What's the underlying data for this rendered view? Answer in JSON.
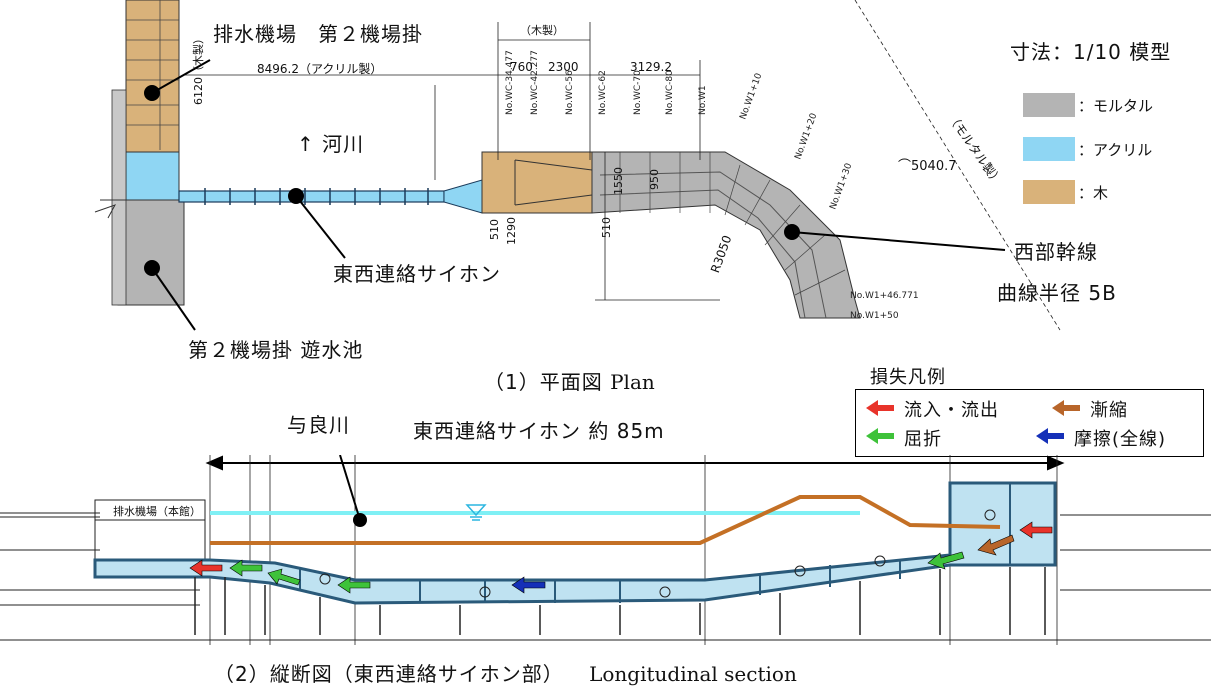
{
  "plan": {
    "caption": "（1）平面図",
    "caption_en": "Plan",
    "scale_label": "寸法：1/10 模型",
    "legend": [
      {
        "label": "：モルタル",
        "color": "#b4b4b4"
      },
      {
        "label": "：アクリル",
        "color": "#8fd6f3"
      },
      {
        "label": "：木",
        "color": "#d9b27a"
      }
    ],
    "labels": {
      "pump_station": "排水機場　第２機場掛",
      "river": "↑ 河川",
      "siphon": "東西連絡サイホン",
      "retention_pond": "第２機場掛 遊水池",
      "west_line": "西部幹線",
      "curve_radius": "曲線半径 5B"
    },
    "dims": {
      "acrylic": "8496.2（アクリル製）",
      "wood_top": "（木製）",
      "d760": "760",
      "d2300": "2300",
      "d3129": "3129.2",
      "d6120": "6120（木製）",
      "d1550": "1550",
      "d950": "950",
      "d510a": "510",
      "d1290": "1290",
      "d510b": "510",
      "r3050": "R3050",
      "arc": "⌒5040.7",
      "mortar": "（モルタル製）"
    }
  },
  "section": {
    "caption": "（2）縦断図（東西連絡サイホン部）",
    "caption_en": "Longitudinal section",
    "labels": {
      "yora_river": "与良川",
      "siphon_length": "東西連絡サイホン 約 85m",
      "pump_house": "排水機場（本館）"
    },
    "loss_legend": {
      "title": "損失凡例",
      "items": [
        {
          "label": "流入・流出",
          "color": "#e8332a"
        },
        {
          "label": "漸縮",
          "color": "#b8652a"
        },
        {
          "label": "屈折",
          "color": "#3ec23a"
        },
        {
          "label": "摩擦(全線)",
          "color": "#1530b8"
        }
      ]
    }
  }
}
